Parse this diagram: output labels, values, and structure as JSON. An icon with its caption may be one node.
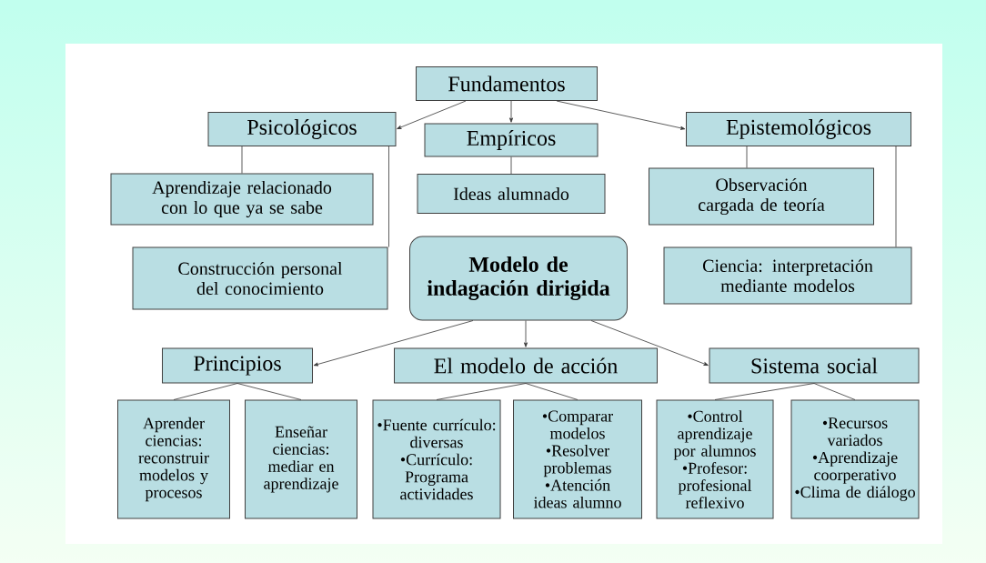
{
  "diagram": {
    "nodes": [
      {
        "text": [
          "Fundamentos"
        ]
      },
      {
        "text": [
          "Psicológicos"
        ]
      },
      {
        "text": [
          "Empíricos"
        ]
      },
      {
        "text": [
          "Epistemológicos"
        ]
      },
      {
        "text": [
          "Aprendizaje relacionado con lo que ya se sabe"
        ]
      },
      {
        "text": [
          "Ideas alumnado"
        ]
      },
      {
        "text": [
          "Observación cargada de teoría"
        ]
      },
      {
        "text": [
          "Construcción personal del conocimiento"
        ]
      },
      {
        "text": [
          "Modelo de indagación dirigida"
        ]
      },
      {
        "text": [
          "Ciencia: interpretación mediante modelos"
        ]
      },
      {
        "text": [
          "Principios"
        ]
      },
      {
        "text": [
          "El modelo de acción"
        ]
      },
      {
        "text": [
          "Sistema social"
        ]
      },
      {
        "text": [
          "Aprender ciencias: reconstruir modelos y procesos"
        ]
      },
      {
        "text": [
          "Enseñar ciencias: mediar en aprendizaje"
        ]
      },
      {
        "text": [
          "•Fuente currículo: diversas",
          "•Currículo: Programa actividades"
        ]
      },
      {
        "text": [
          "•Comparar modelos",
          "•Resolver problemas",
          "•Atención ideas alumno"
        ]
      },
      {
        "text": [
          "•Control aprendizaje por alumnos",
          "•Profesor: profesional reflexivo"
        ]
      },
      {
        "text": [
          "•Recursos variados",
          "•Aprendizaje coorperativo",
          "•Clima de diálogo"
        ]
      }
    ],
    "edges": [
      {
        "from": 0,
        "to": 1,
        "arrow": "to"
      },
      {
        "from": 0,
        "to": 2,
        "arrow": "to"
      },
      {
        "from": 0,
        "to": 3,
        "arrow": "to"
      },
      {
        "from": 1,
        "to": 4,
        "arrow": "none"
      },
      {
        "from": 1,
        "to": 7,
        "arrow": "none"
      },
      {
        "from": 2,
        "to": 5,
        "arrow": "none"
      },
      {
        "from": 3,
        "to": 6,
        "arrow": "none"
      },
      {
        "from": 3,
        "to": 9,
        "arrow": "none"
      },
      {
        "from": 8,
        "to": 10,
        "arrow": "to"
      },
      {
        "from": 8,
        "to": 11,
        "arrow": "to"
      },
      {
        "from": 8,
        "to": 12,
        "arrow": "to"
      },
      {
        "from": 10,
        "to": 13,
        "arrow": "none"
      },
      {
        "from": 10,
        "to": 14,
        "arrow": "none"
      },
      {
        "from": 11,
        "to": 15,
        "arrow": "none"
      },
      {
        "from": 11,
        "to": 16,
        "arrow": "none"
      },
      {
        "from": 12,
        "to": 17,
        "arrow": "none"
      },
      {
        "from": 12,
        "to": 18,
        "arrow": "none"
      }
    ]
  }
}
